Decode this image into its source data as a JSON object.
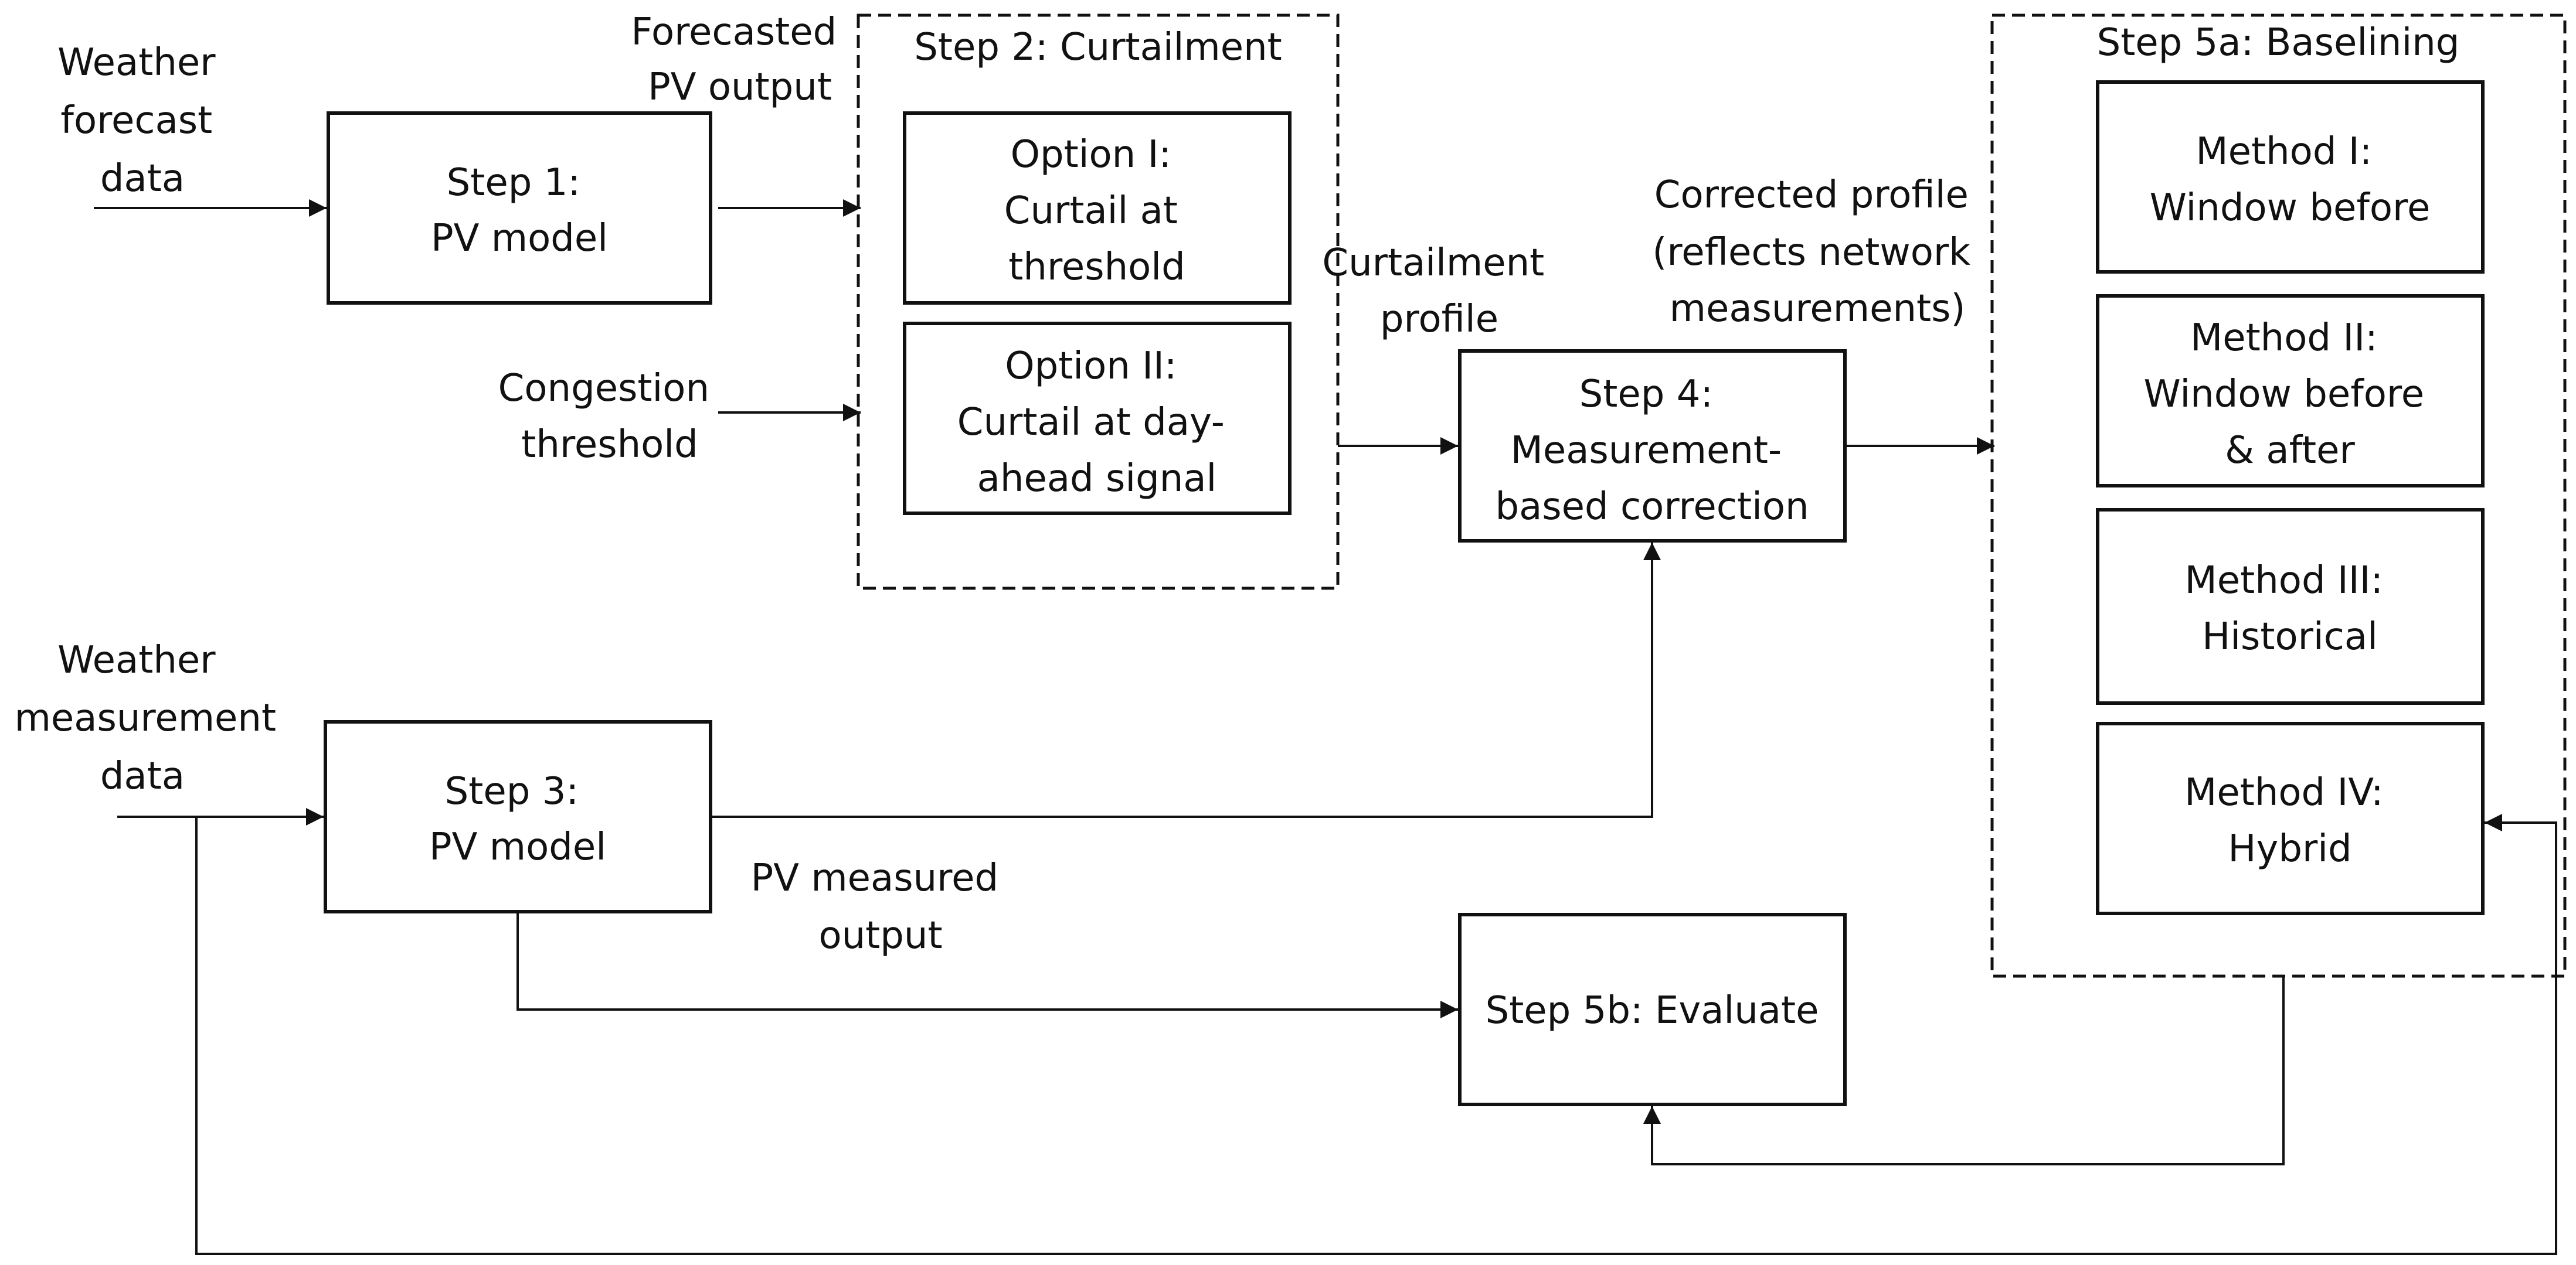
{
  "inputs": {
    "weather_forecast": [
      "Weather",
      "forecast",
      "data"
    ],
    "congestion": [
      "Congestion",
      "threshold"
    ],
    "weather_measurement": [
      "Weather",
      "measurement",
      "data"
    ]
  },
  "flow_labels": {
    "forecasted_output": [
      "Forecasted",
      "PV output"
    ],
    "curtailment_profile": [
      "Curtailment",
      "profile"
    ],
    "corrected_profile": [
      "Corrected profile",
      "(reflects network",
      "measurements)"
    ],
    "pv_measured_output": [
      "PV measured",
      "output"
    ]
  },
  "steps": {
    "step1": [
      "Step 1:",
      "PV model"
    ],
    "step3": [
      "Step 3:",
      "PV model"
    ],
    "step4": [
      "Step 4:",
      "Measurement-",
      "based correction"
    ],
    "step5b": [
      "Step 5b: Evaluate"
    ]
  },
  "curtailment_group": {
    "title": "Step 2: Curtailment",
    "option1": [
      "Option I:",
      "Curtail at",
      "threshold"
    ],
    "option2": [
      "Option II:",
      "Curtail at day-",
      "ahead signal"
    ]
  },
  "baselining_group": {
    "title": "Step 5a: Baselining",
    "method1": [
      "Method I:",
      "Window before"
    ],
    "method2": [
      "Method II:",
      "Window before",
      "& after"
    ],
    "method3": [
      "Method III:",
      "Historical"
    ],
    "method4": [
      "Method IV:",
      "Hybrid"
    ]
  }
}
